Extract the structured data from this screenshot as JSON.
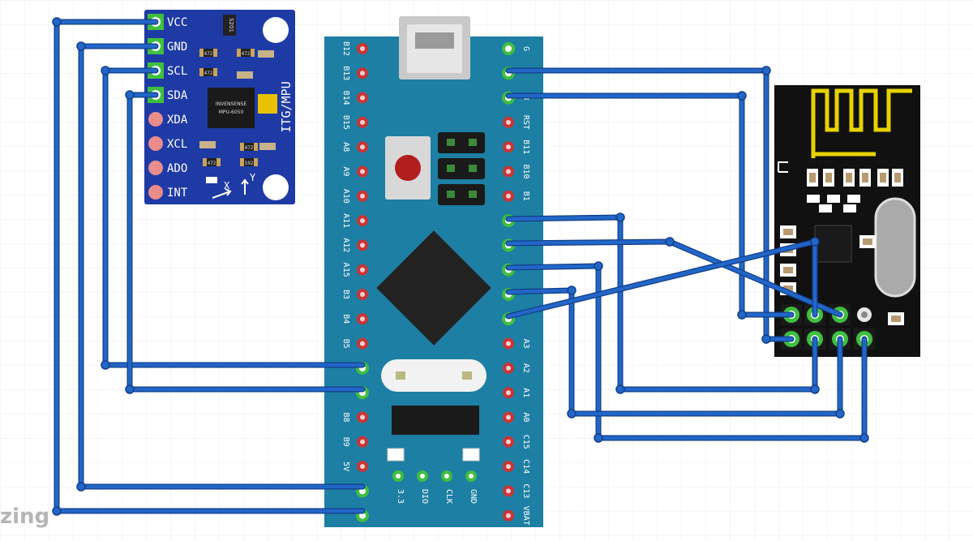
{
  "mpu": {
    "pins": [
      "VCC",
      "GND",
      "SCL",
      "SDA",
      "XDA",
      "XCL",
      "ADO",
      "INT"
    ],
    "side_label": "ITG/MPU",
    "chip_brand": "INVENSENSE",
    "chip_model": "MPU-6050",
    "regulator": "S201",
    "resistors": [
      "472",
      "472",
      "472",
      "472",
      "102",
      "472"
    ],
    "axis_x": "X",
    "axis_y": "Y"
  },
  "stm32": {
    "left_pins": [
      "B12",
      "B13",
      "B14",
      "B15",
      "A8",
      "A9",
      "A10",
      "A11",
      "A12",
      "A15",
      "B3",
      "B4",
      "B5",
      "",
      "",
      "B8",
      "B9",
      "5V",
      "",
      ""
    ],
    "right_pins": [
      "G",
      "",
      "3",
      "RST",
      "B11",
      "B10",
      "B1",
      "",
      "",
      "",
      "",
      "",
      "A3",
      "A2",
      "A1",
      "A0",
      "C15",
      "C14",
      "C13",
      "VBAT"
    ],
    "bottom_pins": [
      "3.3",
      "DIO",
      "CLK",
      "GND"
    ]
  },
  "colors": {
    "wire": "#2266c8",
    "wire_edge": "#123f8a",
    "board": "#1d7fa3",
    "mpu_board": "#1e3aa5",
    "nrf_board": "#111111",
    "pin_green": "#3fbf3f",
    "pin_pink": "#e88c8c",
    "grid": "#ececec"
  },
  "watermark": "zing"
}
